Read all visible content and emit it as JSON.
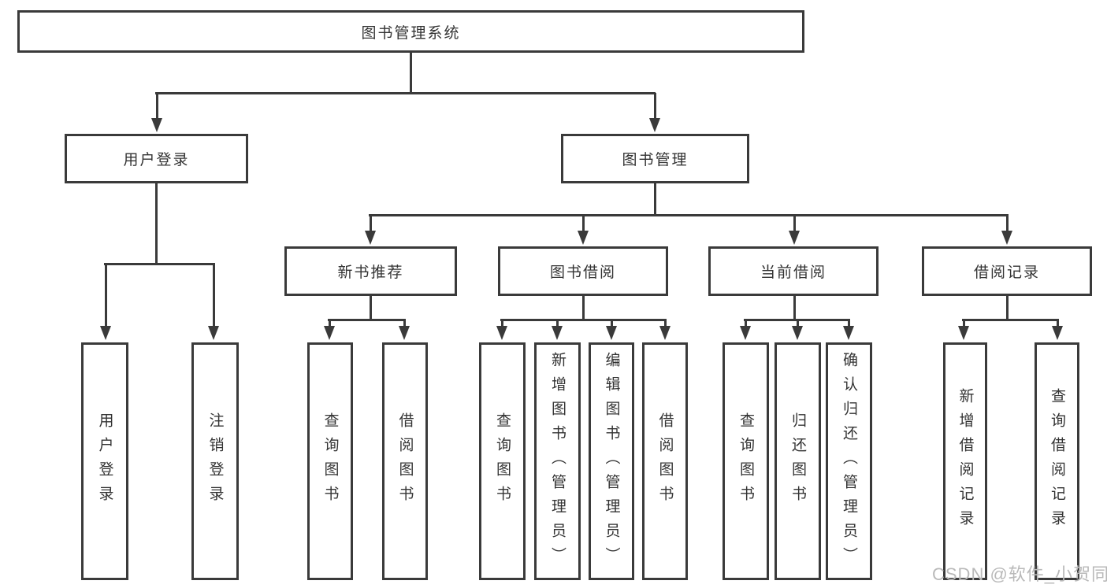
{
  "diagram_title": "图书管理系统",
  "colors": {
    "line": "#3a3a3a",
    "text": "#333333",
    "watermark": "#b9b9b9",
    "background": "#ffffff"
  },
  "watermark": {
    "text": "CSDN @软件_小贺同学"
  },
  "tree": {
    "label": "图书管理系统",
    "children": [
      {
        "label": "用户登录",
        "children": [
          {
            "label": "用户登录"
          },
          {
            "label": "注销登录"
          }
        ]
      },
      {
        "label": "图书管理",
        "children": [
          {
            "label": "新书推荐",
            "children": [
              {
                "label": "查询图书"
              },
              {
                "label": "借阅图书"
              }
            ]
          },
          {
            "label": "图书借阅",
            "children": [
              {
                "label": "查询图书"
              },
              {
                "label": "新增图书（管理员）"
              },
              {
                "label": "编辑图书（管理员）"
              },
              {
                "label": "借阅图书"
              }
            ]
          },
          {
            "label": "当前借阅",
            "children": [
              {
                "label": "查询图书"
              },
              {
                "label": "归还图书"
              },
              {
                "label": "确认归还（管理员）"
              }
            ]
          },
          {
            "label": "借阅记录",
            "children": [
              {
                "label": "新增借阅记录"
              },
              {
                "label": "查询借阅记录"
              }
            ]
          }
        ]
      }
    ]
  }
}
